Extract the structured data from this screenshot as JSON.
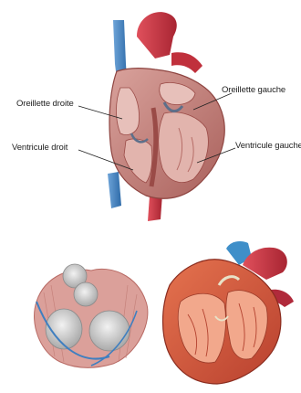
{
  "labels": {
    "right_atrium": "Oreillette droite",
    "right_ventricle": "Ventricule droit",
    "left_atrium": "Oreillette gauche",
    "left_ventricle": "Ventricule gauche"
  },
  "colors": {
    "background": "#ffffff",
    "muscle": "#c98a86",
    "muscle_dark": "#9e4f4c",
    "aorta": "#c8313f",
    "vena_cava": "#3f7fc0",
    "chamber_inner": "#e9c3bd",
    "valve_grey": "#d8d8d8",
    "leader_line": "#222222"
  },
  "icons": [
    "heart-cross-section-illustration",
    "heart-valves-top-view-illustration",
    "heart-cutaway-illustration"
  ]
}
